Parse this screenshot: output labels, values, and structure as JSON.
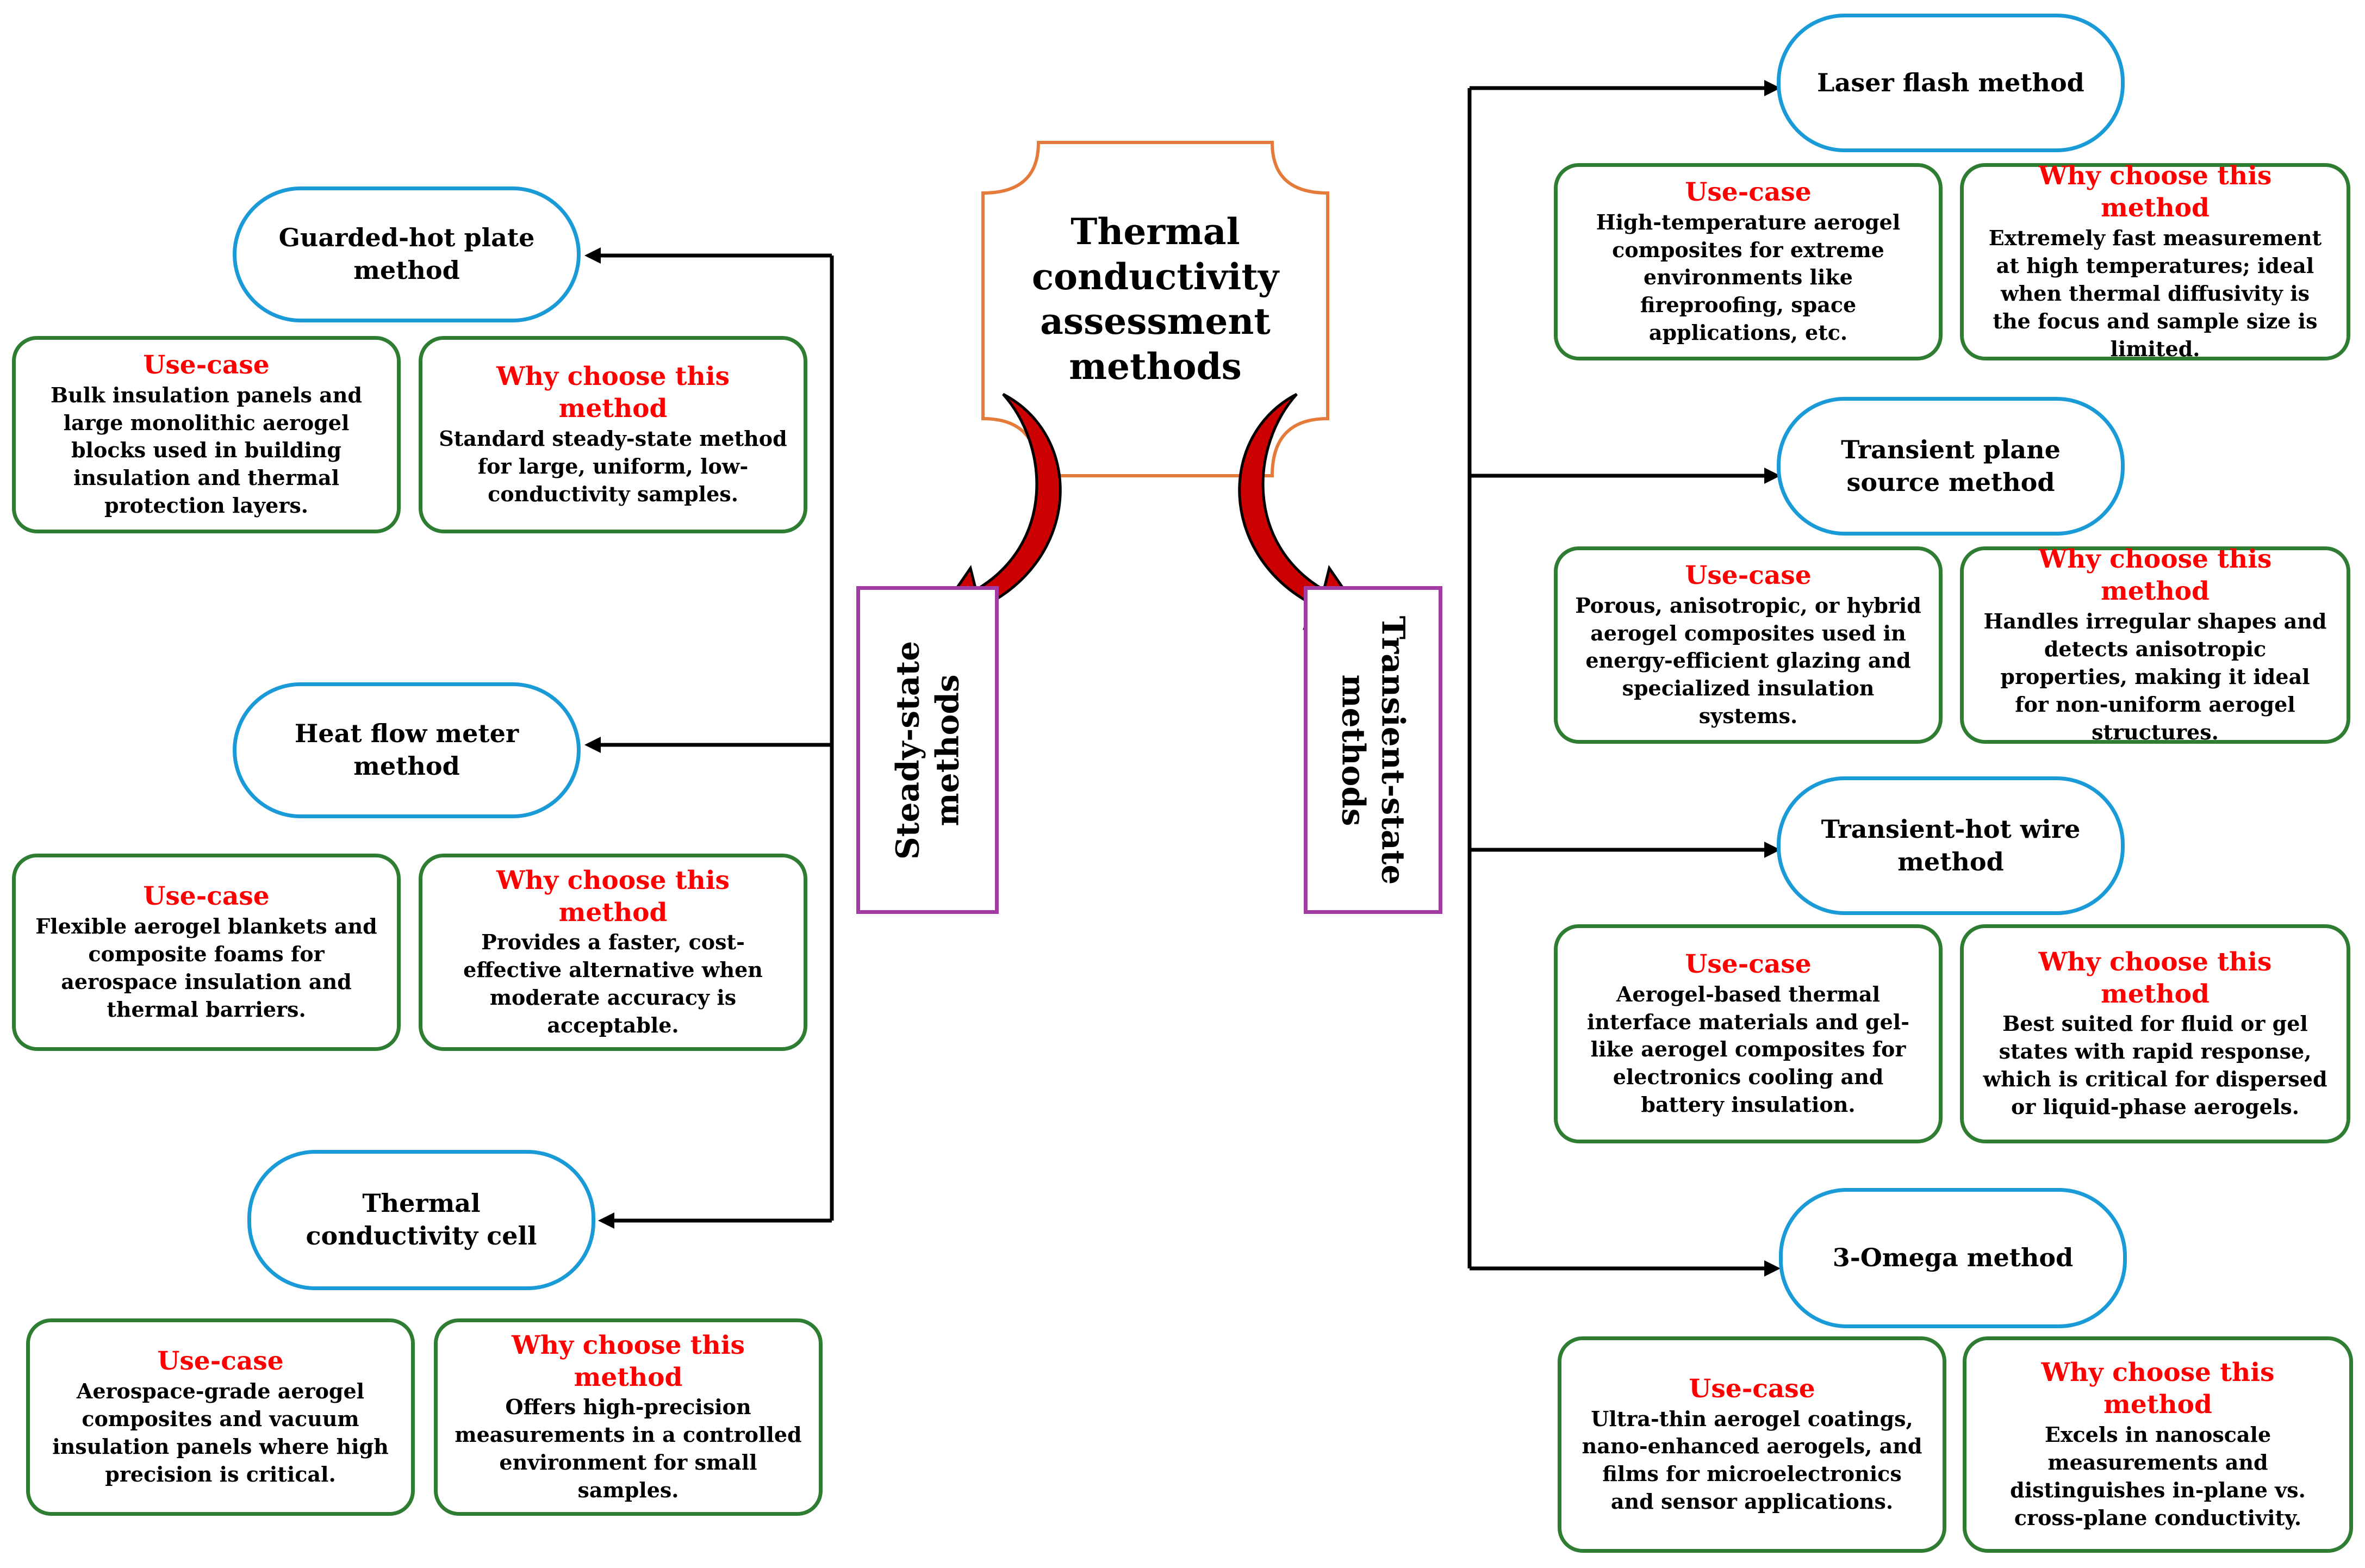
{
  "center": {
    "title": "Thermal conductivity assessment methods"
  },
  "categories": {
    "steady": "Steady-state methods",
    "transient": "Transient-state methods"
  },
  "labels": {
    "use_case": "Use-case",
    "why": "Why choose this method"
  },
  "colors": {
    "pill_border": "#1a9bd7",
    "box_border": "#2e7d32",
    "category_border": "#a23ba2",
    "center_border": "#e57b3a",
    "arrow_fill": "#cc0000",
    "heading_red": "#ff0000"
  },
  "steady_methods": [
    {
      "name": "Guarded-hot plate method",
      "use_case": "Bulk insulation panels and large monolithic aerogel blocks used in building insulation and thermal protection layers.",
      "why": "Standard steady-state method for large, uniform, low-conductivity samples."
    },
    {
      "name": "Heat flow meter method",
      "use_case": "Flexible aerogel blankets and composite foams for aerospace insulation and thermal barriers.",
      "why": "Provides a faster, cost-effective alternative when moderate accuracy is acceptable."
    },
    {
      "name": "Thermal conductivity cell",
      "use_case": "Aerospace-grade aerogel composites and vacuum insulation panels where high precision is critical.",
      "why": "Offers high-precision measurements in a controlled environment for small samples."
    }
  ],
  "transient_methods": [
    {
      "name": "Laser flash method",
      "use_case": "High-temperature aerogel composites for extreme environments like fireproofing, space applications, etc.",
      "why": "Extremely fast measurement at high temperatures; ideal when thermal diffusivity is the focus and sample size is limited."
    },
    {
      "name": "Transient plane source method",
      "use_case": "Porous, anisotropic, or hybrid aerogel composites used in energy-efficient glazing and specialized insulation systems.",
      "why": "Handles irregular shapes and detects anisotropic properties, making it ideal for non-uniform aerogel structures."
    },
    {
      "name": "Transient-hot wire method",
      "use_case": "Aerogel-based thermal interface materials and gel-like aerogel composites for electronics cooling and battery insulation.",
      "why": "Best suited for fluid or gel states with rapid response, which is critical for dispersed or liquid-phase aerogels."
    },
    {
      "name": "3-Omega method",
      "use_case": "Ultra-thin aerogel coatings, nano-enhanced aerogels, and films for microelectronics and sensor applications.",
      "why": "Excels in nanoscale measurements and distinguishes in-plane vs. cross-plane conductivity."
    }
  ]
}
